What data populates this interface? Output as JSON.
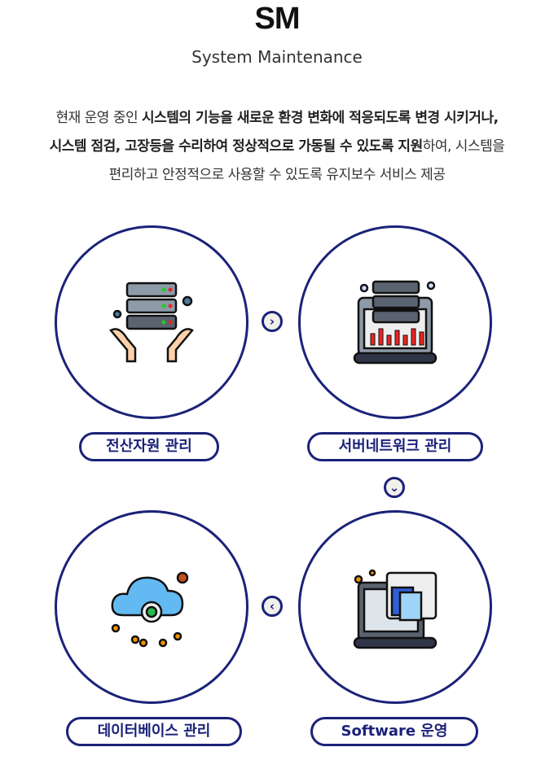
{
  "header": {
    "title": "SM",
    "subtitle": "System Maintenance"
  },
  "description": {
    "l1a": "현재 운영 중인 ",
    "l1b": "시스템의 기능을 새로운 환경 변화에 적응되도록 변경 시키거나,",
    "l2a": "시스템 점검, 고장등을 수리하여 정상적으로 가동될 수 있도록 지원",
    "l2b": "하여, 시스템을",
    "l3": "편리하고 안정적으로 사용할 수 있도록 유지보수 서비스 제공"
  },
  "steps": [
    {
      "label": "전산자원 관리",
      "icon": "server-hands-icon"
    },
    {
      "label": "서버네트워크 관리",
      "icon": "server-monitor-icon"
    },
    {
      "label": "Software 운영",
      "icon": "software-laptop-icon"
    },
    {
      "label": "데이터베이스 관리",
      "icon": "cloud-database-icon"
    }
  ],
  "arrows": {
    "right": "›",
    "down": "⌄",
    "left": "‹"
  },
  "colors": {
    "accent": "#1b2279"
  }
}
